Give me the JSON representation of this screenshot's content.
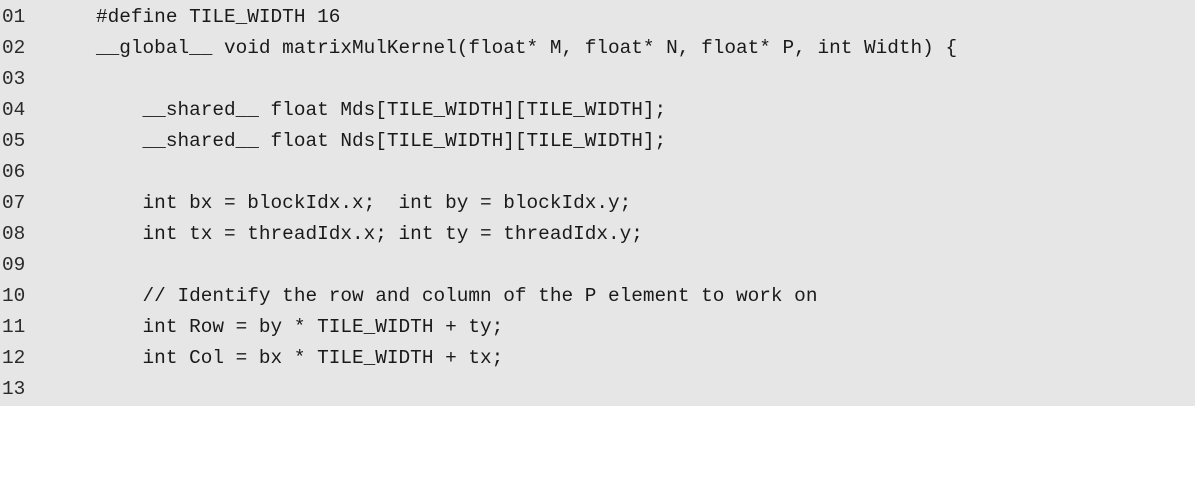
{
  "code": {
    "lines": [
      {
        "no": "01",
        "text": "#define TILE_WIDTH 16"
      },
      {
        "no": "02",
        "text": "__global__ void matrixMulKernel(float* M, float* N, float* P, int Width) {"
      },
      {
        "no": "03",
        "text": ""
      },
      {
        "no": "04",
        "text": "    __shared__ float Mds[TILE_WIDTH][TILE_WIDTH];"
      },
      {
        "no": "05",
        "text": "    __shared__ float Nds[TILE_WIDTH][TILE_WIDTH];"
      },
      {
        "no": "06",
        "text": ""
      },
      {
        "no": "07",
        "text": "    int bx = blockIdx.x;  int by = blockIdx.y;"
      },
      {
        "no": "08",
        "text": "    int tx = threadIdx.x; int ty = threadIdx.y;"
      },
      {
        "no": "09",
        "text": ""
      },
      {
        "no": "10",
        "text": "    // Identify the row and column of the P element to work on"
      },
      {
        "no": "11",
        "text": "    int Row = by * TILE_WIDTH + ty;"
      },
      {
        "no": "12",
        "text": "    int Col = bx * TILE_WIDTH + tx;"
      },
      {
        "no": "13",
        "text": ""
      }
    ]
  }
}
